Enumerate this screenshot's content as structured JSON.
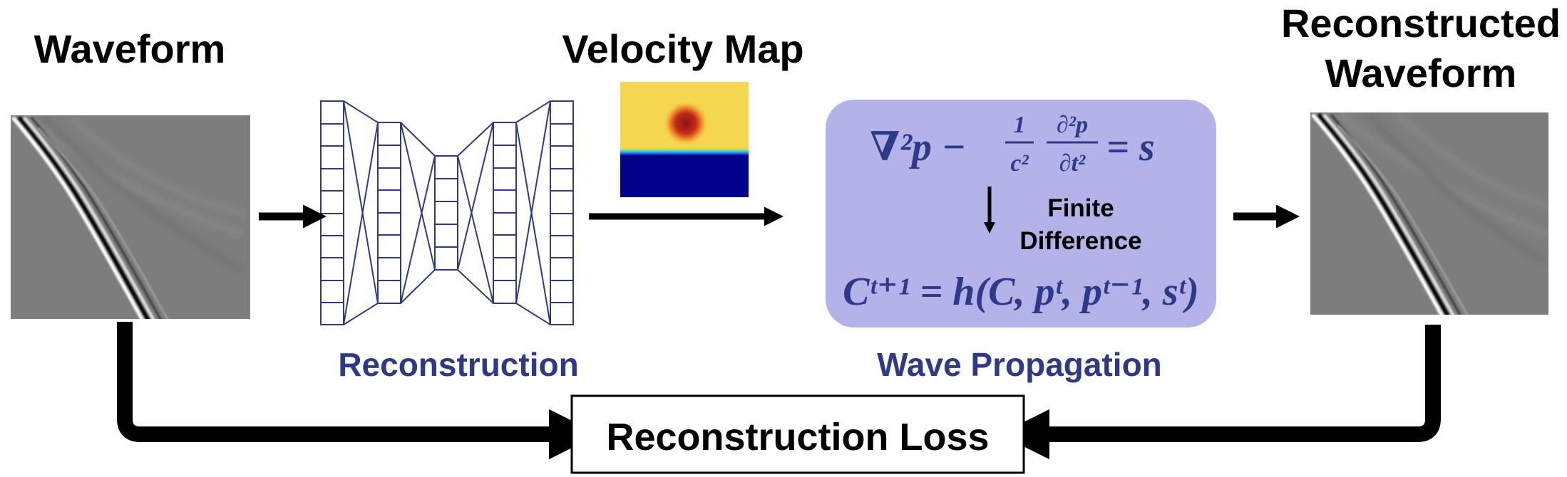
{
  "labels": {
    "waveform": "Waveform",
    "velocity_map": "Velocity Map",
    "reconstructed_line1": "Reconstructed",
    "reconstructed_line2": "Waveform",
    "reconstruction": "Reconstruction",
    "wave_propagation": "Wave Propagation",
    "reconstruction_loss": "Reconstruction Loss",
    "finite_line1": "Finite",
    "finite_line2": "Difference"
  },
  "equations": {
    "wave_equation": "∇²p − (1/c²) ∂²p/∂t² = s",
    "update_rule": "Cᵗ⁺¹ = h(C, pᵗ, pᵗ⁻¹, sᵗ)"
  },
  "colors": {
    "stage_label": "#2e3a87",
    "network_stroke": "#2e3a87",
    "equation_box": "#b3b3ea",
    "equation_text": "#2e3a87",
    "seismic_background": "#7d7d7d",
    "velocity_upper": "#f5d650",
    "velocity_lower": "#00008b",
    "anomaly": "#b01e14"
  }
}
